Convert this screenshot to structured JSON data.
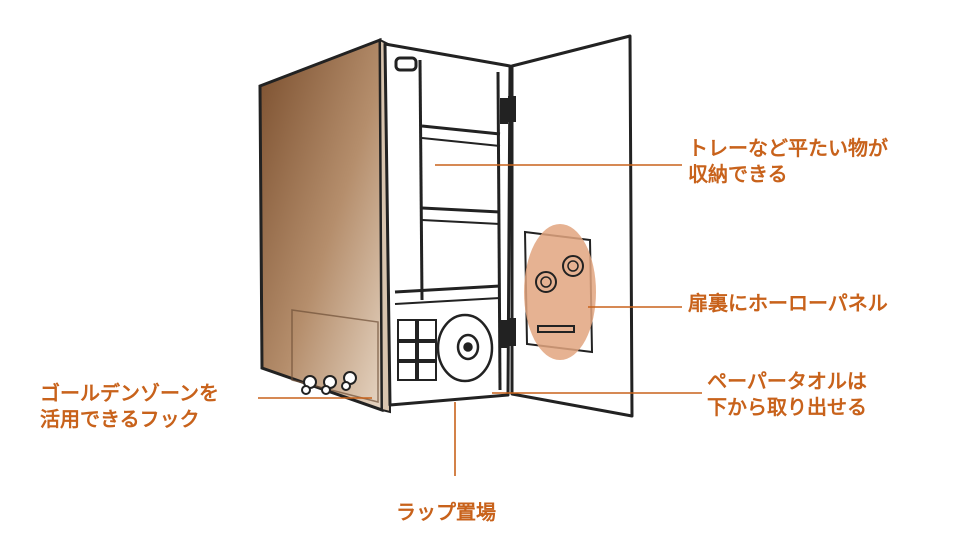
{
  "callouts": {
    "tray": {
      "lines": [
        "トレーなど平たい物が",
        "収納できる"
      ]
    },
    "panel": {
      "lines": [
        "扉裏にホーローパネル"
      ]
    },
    "paper_towel": {
      "lines": [
        "ペーパータオルは",
        "下から取り出せる"
      ]
    },
    "hook": {
      "lines": [
        "ゴールデンゾーンを",
        "活用できるフック"
      ]
    },
    "wrap": {
      "lines": [
        "ラップ置場"
      ]
    }
  },
  "colors": {
    "accent": "#c8621b",
    "highlight": "#e2a47f",
    "wood_dark": "#7a4e2d",
    "wood_light": "#e6d5c3",
    "line": "#222222"
  }
}
